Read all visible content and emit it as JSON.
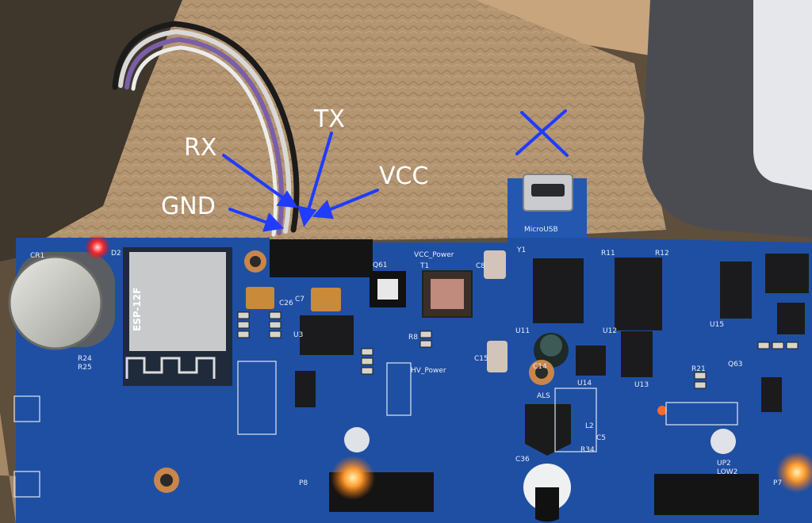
{
  "annotations": {
    "rx": "RX",
    "tx": "TX",
    "gnd": "GND",
    "vcc": "VCC"
  },
  "board_labels": {
    "module": "ESP-12F",
    "vcc_power": "VCC_Power",
    "hv_power": "HV_Power",
    "micro_usb": "MicroUSB",
    "als": "ALS",
    "cr1": "CR1",
    "d2": "D2",
    "q61": "Q61",
    "t1": "T1",
    "u3": "U3",
    "u11": "U11",
    "u12": "U12",
    "u13": "U13",
    "u14": "U14",
    "u15": "U15",
    "r11": "R11",
    "r12": "R12",
    "r21": "R21",
    "q63": "Q63",
    "c14": "C14",
    "c15": "C15",
    "c26": "C26",
    "c36": "C36",
    "r8": "R8",
    "p8": "P8",
    "p7": "P7",
    "up2": "UP2",
    "low2": "LOW2",
    "c8": "C8",
    "c7": "C7",
    "y1": "Y1",
    "r24": "R24",
    "r25": "R25",
    "r34": "R34",
    "l2": "L2",
    "c5": "C5"
  },
  "colors": {
    "pcb": "#1f4fa3",
    "annotation_arrow": "#1f3cff",
    "led_glow": "#ff8a1c",
    "cardboard": "#b89a74"
  }
}
